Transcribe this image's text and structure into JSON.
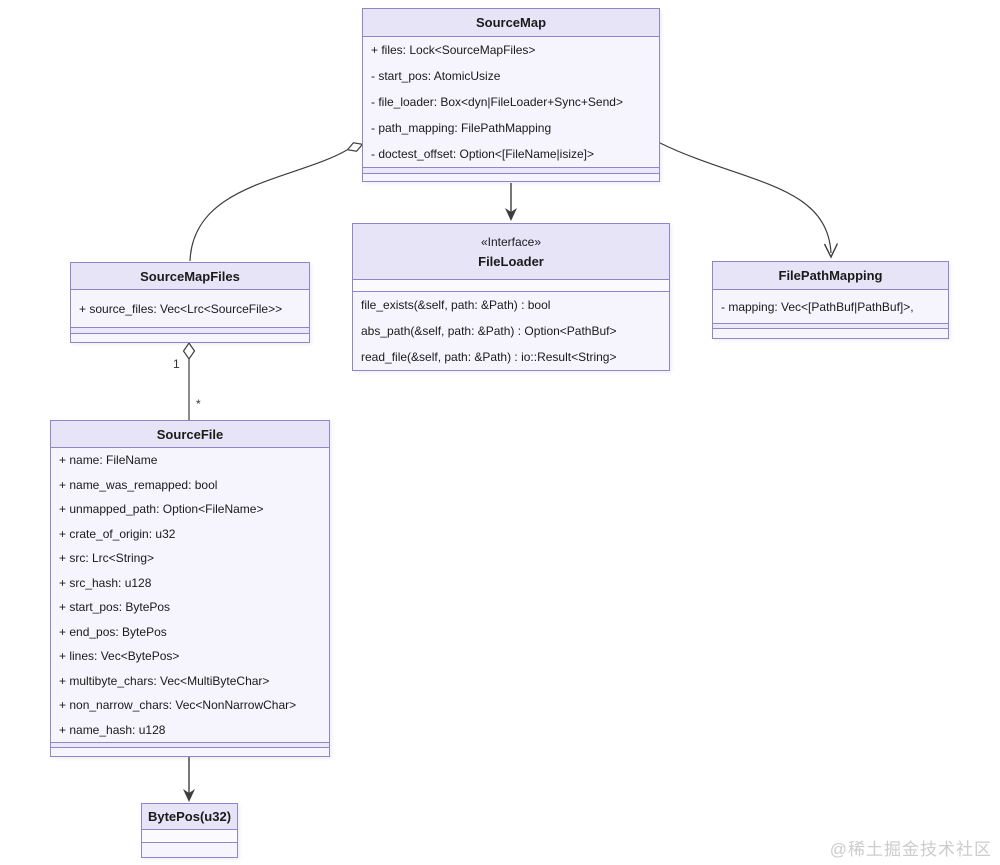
{
  "classes": {
    "source_map": {
      "title": "SourceMap",
      "attributes": [
        "+ files: Lock<SourceMapFiles>",
        "- start_pos: AtomicUsize",
        "- file_loader: Box<dyn|FileLoader+Sync+Send>",
        "- path_mapping: FilePathMapping",
        "- doctest_offset: Option<[FileName|isize]>"
      ]
    },
    "source_map_files": {
      "title": "SourceMapFiles",
      "attributes": [
        "+ source_files: Vec<Lrc<SourceFile>>"
      ]
    },
    "file_loader": {
      "stereotype": "«Interface»",
      "title": "FileLoader",
      "methods": [
        "file_exists(&self, path: &Path) : bool",
        "abs_path(&self, path: &Path) : Option<PathBuf>",
        "read_file(&self, path: &Path) : io::Result<String>"
      ]
    },
    "file_path_mapping": {
      "title": "FilePathMapping",
      "attributes": [
        "- mapping: Vec<[PathBuf|PathBuf]>,"
      ]
    },
    "source_file": {
      "title": "SourceFile",
      "attributes": [
        "+ name: FileName",
        "+ name_was_remapped: bool",
        "+ unmapped_path: Option<FileName>",
        "+ crate_of_origin: u32",
        "+ src: Lrc<String>",
        "+ src_hash: u128",
        "+ start_pos: BytePos",
        "+ end_pos: BytePos",
        "+ lines: Vec<BytePos>",
        "+ multibyte_chars: Vec<MultiByteChar>",
        "+ non_narrow_chars: Vec<NonNarrowChar>",
        "+ name_hash: u128"
      ]
    },
    "byte_pos": {
      "title": "BytePos(u32)"
    }
  },
  "edges": {
    "source_map_files_one": "1",
    "source_map_files_many": "*"
  },
  "watermark": "@稀土掘金技术社区",
  "colors": {
    "box_border": "#8e86c6",
    "header_fill": "#e8e4f8",
    "body_fill": "#f6f4fd",
    "edge_line": "#3d3d3d"
  }
}
